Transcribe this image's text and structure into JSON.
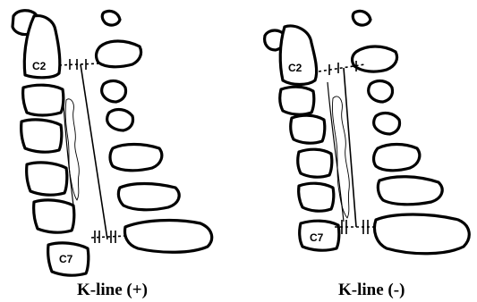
{
  "panels": [
    {
      "caption": "K-line (+)",
      "upper_vertebra_label": "C2",
      "lower_vertebra_label": "C7"
    },
    {
      "caption": "K-line (-)",
      "upper_vertebra_label": "C2",
      "lower_vertebra_label": "C7"
    }
  ]
}
